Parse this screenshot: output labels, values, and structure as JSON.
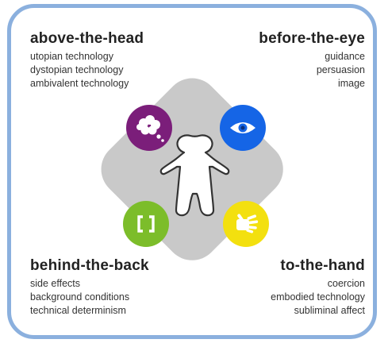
{
  "quadrants": {
    "top_left": {
      "title": "above-the-head",
      "items": [
        "utopian technology",
        "dystopian technology",
        "ambivalent technology"
      ],
      "icon": "thought-cloud-icon",
      "color": "#7b1e7a"
    },
    "top_right": {
      "title": "before-the-eye",
      "items": [
        "guidance",
        "persuasion",
        "image"
      ],
      "icon": "eye-icon",
      "color": "#1565e6"
    },
    "bottom_left": {
      "title": "behind-the-back",
      "items": [
        "side effects",
        "background conditions",
        "technical determinism"
      ],
      "icon": "brackets-icon",
      "color": "#7cbd2a"
    },
    "bottom_right": {
      "title": "to-the-hand",
      "items": [
        "coercion",
        "embodied technology",
        "subliminal affect"
      ],
      "icon": "hand-icon",
      "color": "#f3e00f"
    }
  },
  "center": {
    "shape_color": "#c9c9c9",
    "figure": "human-figure-icon"
  },
  "frame_color": "#8bb0de"
}
